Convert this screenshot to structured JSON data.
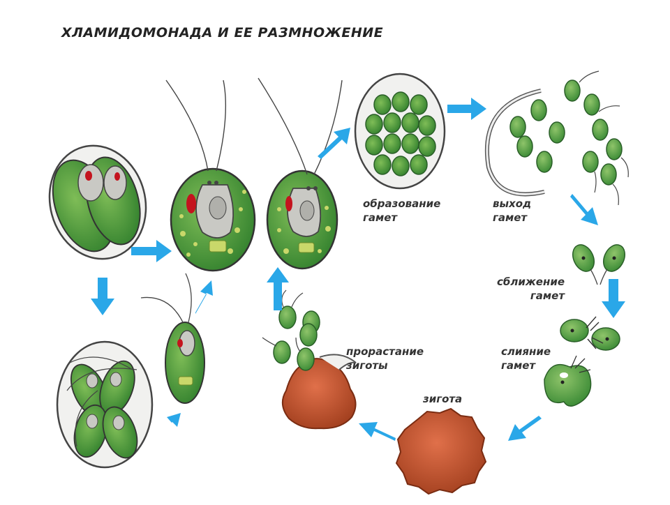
{
  "title": "ХЛАМИДОМОНАДА И ЕЕ РАЗМНОЖЕНИЕ",
  "labels": {
    "gamete_formation": [
      "образование",
      "гамет"
    ],
    "gamete_exit": [
      "выход",
      "гамет"
    ],
    "gamete_approach": [
      "сближение",
      "гамет"
    ],
    "gamete_fusion": [
      "слияние",
      "гамет"
    ],
    "zygote": "зигота",
    "zygote_germination": [
      "прорастание",
      "зиготы"
    ]
  },
  "colors": {
    "arrow": "#2aa7e8",
    "cell_fill": "#3f8f3a",
    "cell_light": "#8cc46a",
    "membrane": "#e6e6e6",
    "zygote": "#c2532e",
    "stigma": "#c4141e",
    "nucleus": "#b9b9b5"
  }
}
